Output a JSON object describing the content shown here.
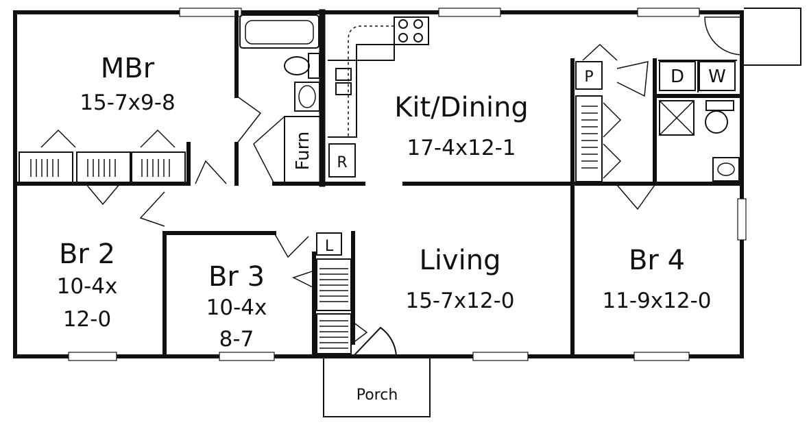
{
  "rooms": {
    "mbr": {
      "name": "MBr",
      "size": "15-7x9-8"
    },
    "kit_dining": {
      "name": "Kit/Dining",
      "size": "17-4x12-1"
    },
    "br2": {
      "name": "Br 2",
      "size_line1": "10-4x",
      "size_line2": "12-0"
    },
    "br3": {
      "name": "Br 3",
      "size_line1": "10-4x",
      "size_line2": "8-7"
    },
    "living": {
      "name": "Living",
      "size": "15-7x12-0"
    },
    "br4": {
      "name": "Br 4",
      "size": "11-9x12-0"
    },
    "porch": {
      "name": "Porch"
    }
  },
  "fixtures": {
    "furnace": "Furn",
    "refrigerator": "R",
    "pantry": "P",
    "dryer": "D",
    "washer": "W",
    "linen": "L"
  }
}
